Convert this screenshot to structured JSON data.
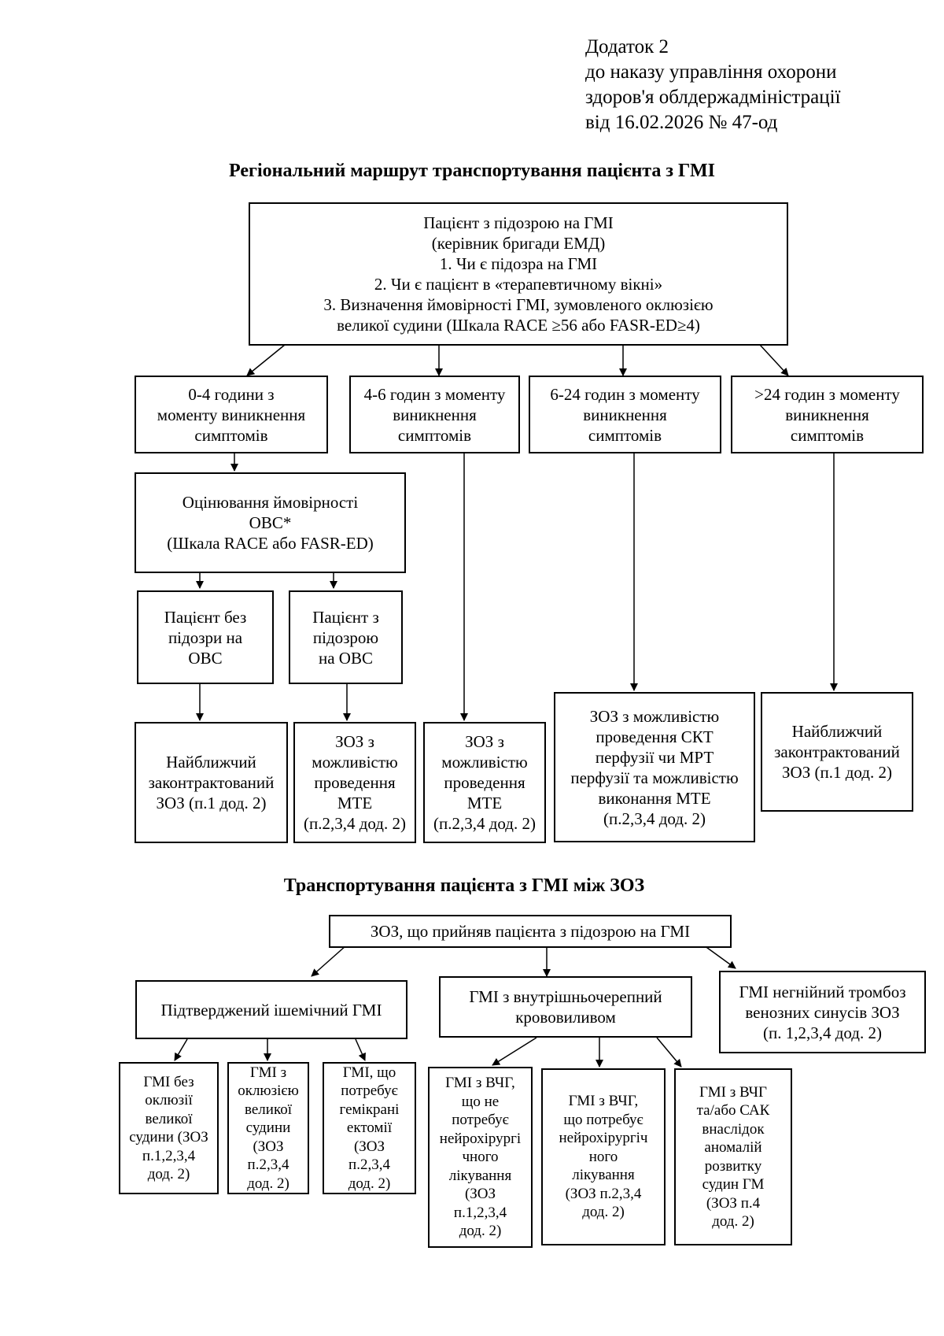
{
  "header": {
    "lines": [
      "Додаток 2",
      "до наказу управління охорони",
      "здоров'я облдержадміністрації",
      "від 16.02.2026 № 47-од"
    ]
  },
  "diagram1": {
    "title": "Регіональний маршрут транспортування пацієнта з ГМІ",
    "root": {
      "lines": [
        "Пацієнт з підозрою на ГМІ",
        "(керівник бригади ЕМД)",
        "1. Чи є підозра на ГМІ",
        "2. Чи є пацієнт в «терапевтичному вікні»",
        "3. Визначення ймовірності ГМІ, зумовленого оклюзією",
        "великої судини (Шкала RACE ≥56 або FASR-ED≥4)"
      ]
    },
    "time_windows": [
      {
        "lines": [
          "0-4 години з",
          "моменту виникнення",
          "симптомів"
        ]
      },
      {
        "lines": [
          "4-6 годин з моменту",
          "виникнення",
          "симптомів"
        ]
      },
      {
        "lines": [
          "6-24 годин з моменту",
          "виникнення",
          "симптомів"
        ]
      },
      {
        "lines": [
          ">24 годин з моменту",
          "виникнення",
          "симптомів"
        ]
      }
    ],
    "assessment": {
      "lines": [
        "Оцінювання ймовірності",
        "ОВС*",
        "(Шкала RACE або FASR-ED)"
      ]
    },
    "no_suspicion": {
      "lines": [
        "Пацієнт без",
        "підозри на",
        "ОВС"
      ]
    },
    "with_suspicion": {
      "lines": [
        "Пацієнт з",
        "підозрою",
        "на ОВС"
      ]
    },
    "destinations": [
      {
        "lines": [
          "Найближчий",
          "законтрактований",
          "ЗОЗ (п.1 дод. 2)"
        ]
      },
      {
        "lines": [
          "ЗОЗ з",
          "можливістю",
          "проведення",
          "МТЕ",
          "(п.2,3,4 дод. 2)"
        ]
      },
      {
        "lines": [
          "ЗОЗ з",
          "можливістю",
          "проведення",
          "МТЕ",
          "(п.2,3,4 дод. 2)"
        ]
      },
      {
        "lines": [
          "ЗОЗ з можливістю",
          "проведення СКТ",
          "перфузії чи МРТ",
          "перфузії та можливістю",
          "виконання МТЕ",
          "(п.2,3,4 дод. 2)"
        ]
      },
      {
        "lines": [
          "Найближчий",
          "законтрактований",
          "ЗОЗ (п.1 дод. 2)"
        ]
      }
    ]
  },
  "diagram2": {
    "title": "Транспортування пацієнта з ГМІ між ЗОЗ",
    "root": {
      "lines": [
        "ЗОЗ, що прийняв пацієнта з підозрою на ГМІ"
      ]
    },
    "branches": [
      {
        "lines": [
          "Підтверджений ішемічний ГМІ"
        ]
      },
      {
        "lines": [
          "ГМІ з  внутрішньочерепний",
          "крововиливом"
        ]
      },
      {
        "lines": [
          "ГМІ негнійний тромбоз",
          "венозних синусів ЗОЗ",
          "(п. 1,2,3,4 дод. 2)"
        ]
      }
    ],
    "ischemic_leaves": [
      {
        "lines": [
          "ГМІ без",
          "оклюзії",
          "великої",
          "судини (ЗОЗ",
          "п.1,2,3,4",
          "дод. 2)"
        ]
      },
      {
        "lines": [
          "ГМІ з",
          "оклюзією",
          "великої",
          "судини",
          "(ЗОЗ",
          "п.2,3,4",
          "дод. 2)"
        ]
      },
      {
        "lines": [
          "ГМІ, що",
          "потребує",
          "гемікрані",
          "ектомії",
          "(ЗОЗ",
          "п.2,3,4",
          "дод. 2)"
        ]
      }
    ],
    "hemorrhage_leaves": [
      {
        "lines": [
          "ГМІ з ВЧГ,",
          "що не",
          "потребує",
          "нейрохірургі",
          "чного",
          "лікування",
          "(ЗОЗ",
          "п.1,2,3,4",
          "дод. 2)"
        ]
      },
      {
        "lines": [
          "ГМІ з ВЧГ,",
          "що потребує",
          "нейрохірургіч",
          "ного",
          "лікування",
          "(ЗОЗ п.2,3,4",
          "дод. 2)"
        ]
      },
      {
        "lines": [
          "ГМІ з ВЧГ",
          "та/або САК",
          "внаслідок",
          "аномалій",
          "розвитку",
          "судин ГМ",
          "(ЗОЗ п.4",
          "дод. 2)"
        ]
      }
    ]
  }
}
